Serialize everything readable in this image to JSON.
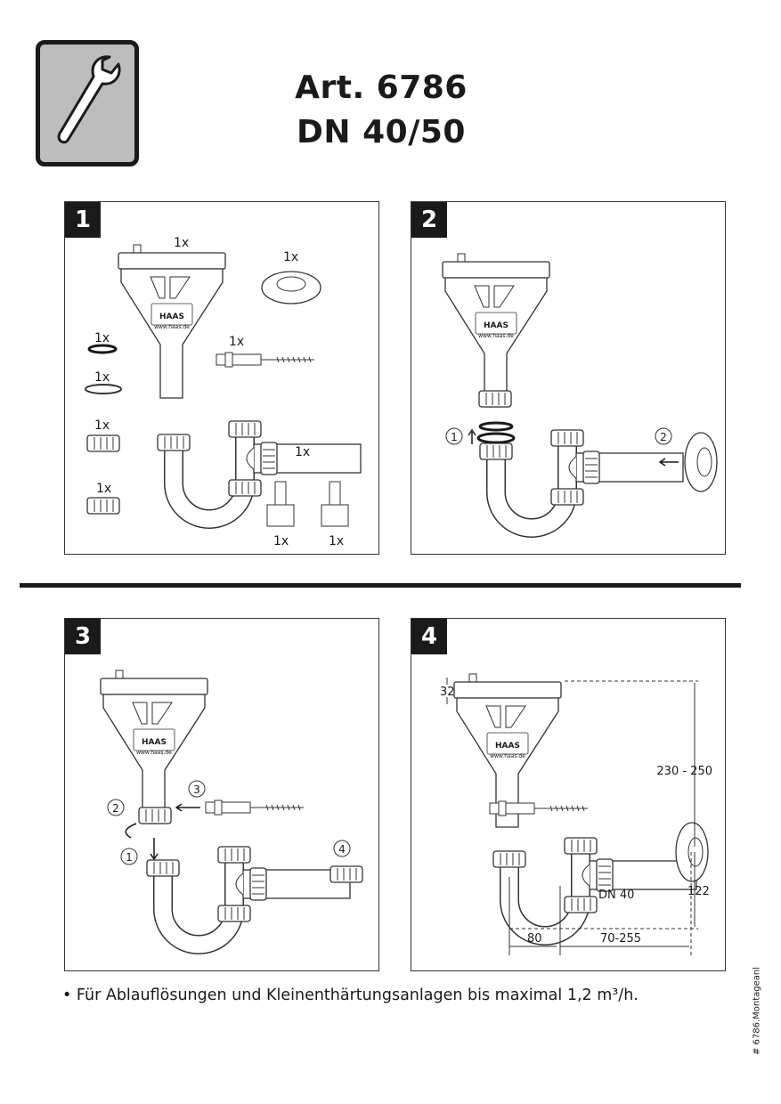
{
  "header": {
    "title_line1": "Art. 6786",
    "title_line2": "DN 40/50",
    "icon": "wrench-icon"
  },
  "logo": {
    "brand": "HAAS",
    "url": "www.haas.de"
  },
  "panels": [
    {
      "number": "1",
      "labels": {
        "funnel": "1x",
        "rosette": "1x",
        "oring1": "1x",
        "oring2": "1x",
        "adapter": "1x",
        "nut": "1x",
        "screw": "1x",
        "trap": "1x",
        "hose1": "1x",
        "hose2": "1x"
      }
    },
    {
      "number": "2",
      "steps": [
        "1",
        "2"
      ]
    },
    {
      "number": "3",
      "steps": [
        "1",
        "2",
        "3",
        "4"
      ]
    },
    {
      "number": "4",
      "dims": {
        "lid": "32",
        "height": "230 - 250",
        "outlet": "122",
        "pipe": "DN 40",
        "spacing": "80",
        "depth": "70-255"
      }
    }
  ],
  "footnote": "• Für Ablauflösungen und Kleinenthärtungsanlagen bis maximal 1,2 m³/h.",
  "side_ref": "# 6786.Montageanl",
  "colors": {
    "ink": "#1a1a1a",
    "icon_bg": "#bdbdbd"
  }
}
